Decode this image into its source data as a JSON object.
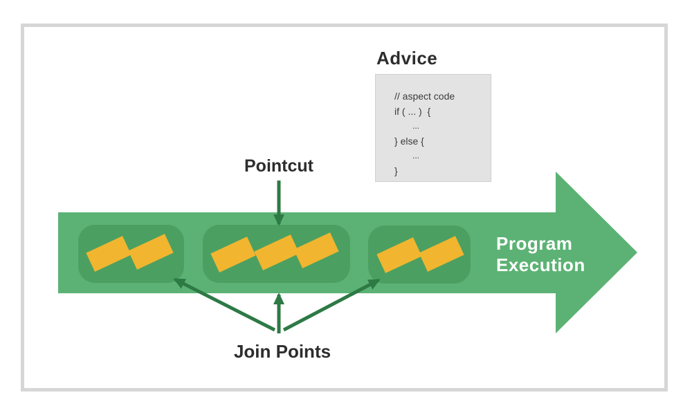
{
  "diagram": {
    "advice": {
      "title": "Advice",
      "code_lines": [
        "// aspect code",
        "if ( ... )  {",
        "...",
        "} else {",
        "...",
        "}"
      ]
    },
    "pointcut": {
      "label": "Pointcut"
    },
    "join_points": {
      "label": "Join Points"
    },
    "program_execution": {
      "line1": "Program",
      "line2": "Execution"
    },
    "groups": [
      {
        "name": "left",
        "join_point_count": 2
      },
      {
        "name": "middle",
        "join_point_count": 3
      },
      {
        "name": "right",
        "join_point_count": 2
      }
    ],
    "colors": {
      "band_green": "#5cb274",
      "container_green": "#4ba061",
      "shape_yellow": "#f2b52f",
      "arrow_dark_green": "#2d7a45",
      "code_box_bg": "#e3e3e3",
      "code_box_border": "#cfcfcf",
      "frame_border": "#d6d6d6",
      "text_dark": "#2d2d2d",
      "label_white": "#ffffff"
    }
  }
}
